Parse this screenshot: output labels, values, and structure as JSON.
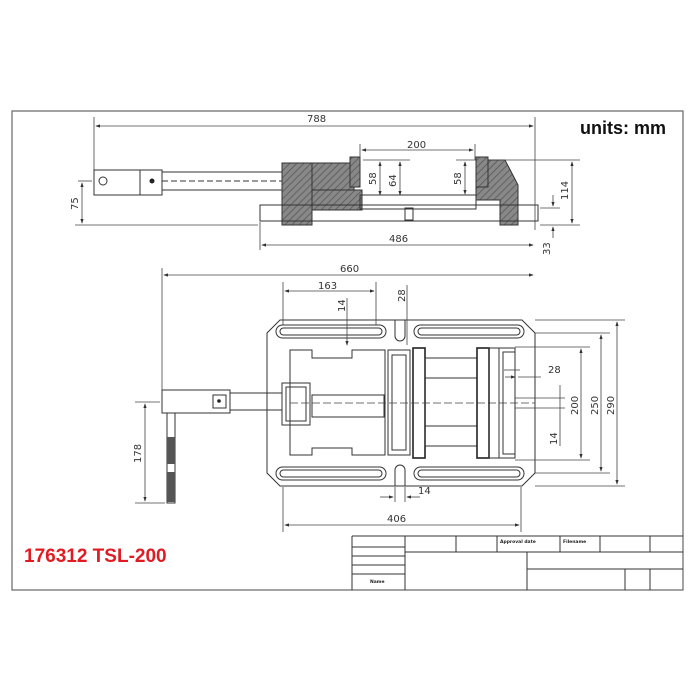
{
  "drawing": {
    "units_label": "units: mm",
    "model_label": "176312 TSL-200",
    "accent_color": "#e01b22",
    "side_view": {
      "overall_length": "788",
      "jaw_opening": "200",
      "jaw_height_left": "58",
      "jaw_depth": "64",
      "jaw_height_right": "58",
      "total_height": "114",
      "handle_height": "75",
      "base_length": "486",
      "base_height": "33"
    },
    "top_view": {
      "overall_length": "660",
      "slot_length": "163",
      "slot_width": "14",
      "notch_width": "28",
      "right_notch_depth": "28",
      "right_slot_width": "14",
      "jaw_width": "200",
      "body_width": "250",
      "base_width": "290",
      "handle_length": "178",
      "bottom_slot_width": "14",
      "slot_spacing": "406"
    },
    "title_block": {
      "approval_date_label": "Approval date",
      "filename_label": "Filename",
      "name_label": "Name"
    }
  }
}
